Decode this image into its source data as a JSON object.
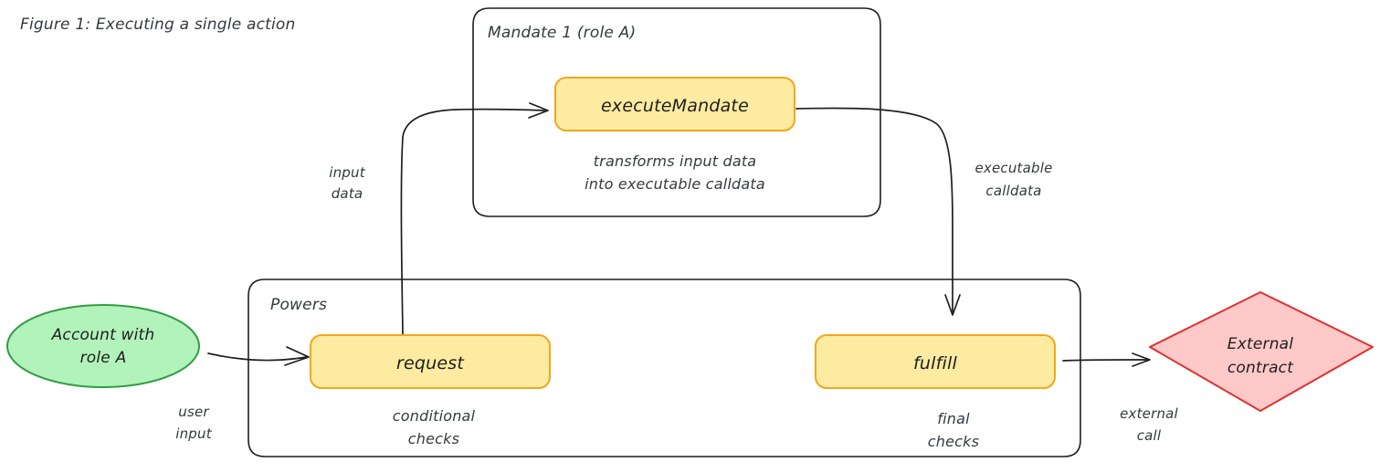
{
  "figure": {
    "title": "Figure 1: Executing a single action"
  },
  "colors": {
    "node_fill": "#fceba0",
    "node_stroke": "#f3a71c",
    "account_fill": "#b2f2bb",
    "account_stroke": "#2f9e44",
    "external_fill": "#ffc9c9",
    "external_stroke": "#e03131",
    "stroke_dark": "#1e1e1e",
    "text_muted": "#343a40",
    "background": "#ffffff"
  },
  "containers": [
    {
      "id": "mandate",
      "label": "Mandate 1 (role A)"
    },
    {
      "id": "powers",
      "label": "Powers"
    }
  ],
  "nodes": [
    {
      "id": "account",
      "shape": "ellipse",
      "label_line1": "Account with",
      "label_line2": "role A"
    },
    {
      "id": "execute-mandate",
      "shape": "rounded-rect",
      "label": "executeMandate",
      "caption_line1": "transforms input data",
      "caption_line2": "into executable calldata"
    },
    {
      "id": "request",
      "shape": "rounded-rect",
      "label": "request",
      "caption_line1": "conditional",
      "caption_line2": "checks"
    },
    {
      "id": "fulfill",
      "shape": "rounded-rect",
      "label": "fulfill",
      "caption_line1": "final",
      "caption_line2": "checks"
    },
    {
      "id": "external-contract",
      "shape": "diamond",
      "label_line1": "External",
      "label_line2": "contract"
    }
  ],
  "edges": [
    {
      "id": "account-to-request",
      "from": "account",
      "to": "request",
      "label_line1": "user",
      "label_line2": "input"
    },
    {
      "id": "request-to-execute-mandate",
      "from": "request",
      "to": "execute-mandate",
      "label_line1": "input",
      "label_line2": "data"
    },
    {
      "id": "execute-mandate-to-fulfill",
      "from": "execute-mandate",
      "to": "fulfill",
      "label_line1": "executable",
      "label_line2": "calldata"
    },
    {
      "id": "fulfill-to-external-contract",
      "from": "fulfill",
      "to": "external-contract",
      "label_line1": "external",
      "label_line2": "call"
    }
  ]
}
